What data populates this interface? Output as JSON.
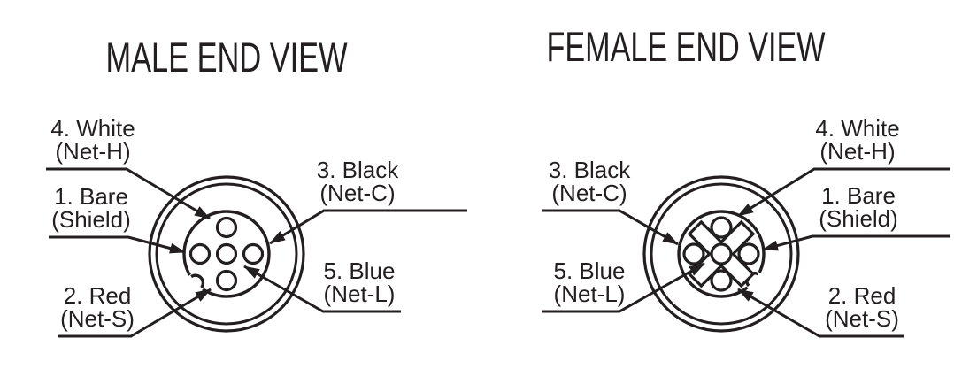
{
  "colors": {
    "ink": "#231f20",
    "background": "#ffffff"
  },
  "male": {
    "title": "MALE END VIEW",
    "labels": {
      "net_h": {
        "line1": "4. White",
        "line2": "(Net-H)"
      },
      "shield": {
        "line1": "1. Bare",
        "line2": "(Shield)"
      },
      "net_s": {
        "line1": "2. Red",
        "line2": "(Net-S)"
      },
      "net_c": {
        "line1": "3. Black",
        "line2": "(Net-C)"
      },
      "net_l": {
        "line1": "5. Blue",
        "line2": "(Net-L)"
      }
    }
  },
  "female": {
    "title": "FEMALE END VIEW",
    "labels": {
      "net_c": {
        "line1": "3. Black",
        "line2": "(Net-C)"
      },
      "net_l": {
        "line1": "5. Blue",
        "line2": "(Net-L)"
      },
      "net_h": {
        "line1": "4. White",
        "line2": "(Net-H)"
      },
      "shield": {
        "line1": "1. Bare",
        "line2": "(Shield)"
      },
      "net_s": {
        "line1": "2. Red",
        "line2": "(Net-S)"
      }
    }
  }
}
